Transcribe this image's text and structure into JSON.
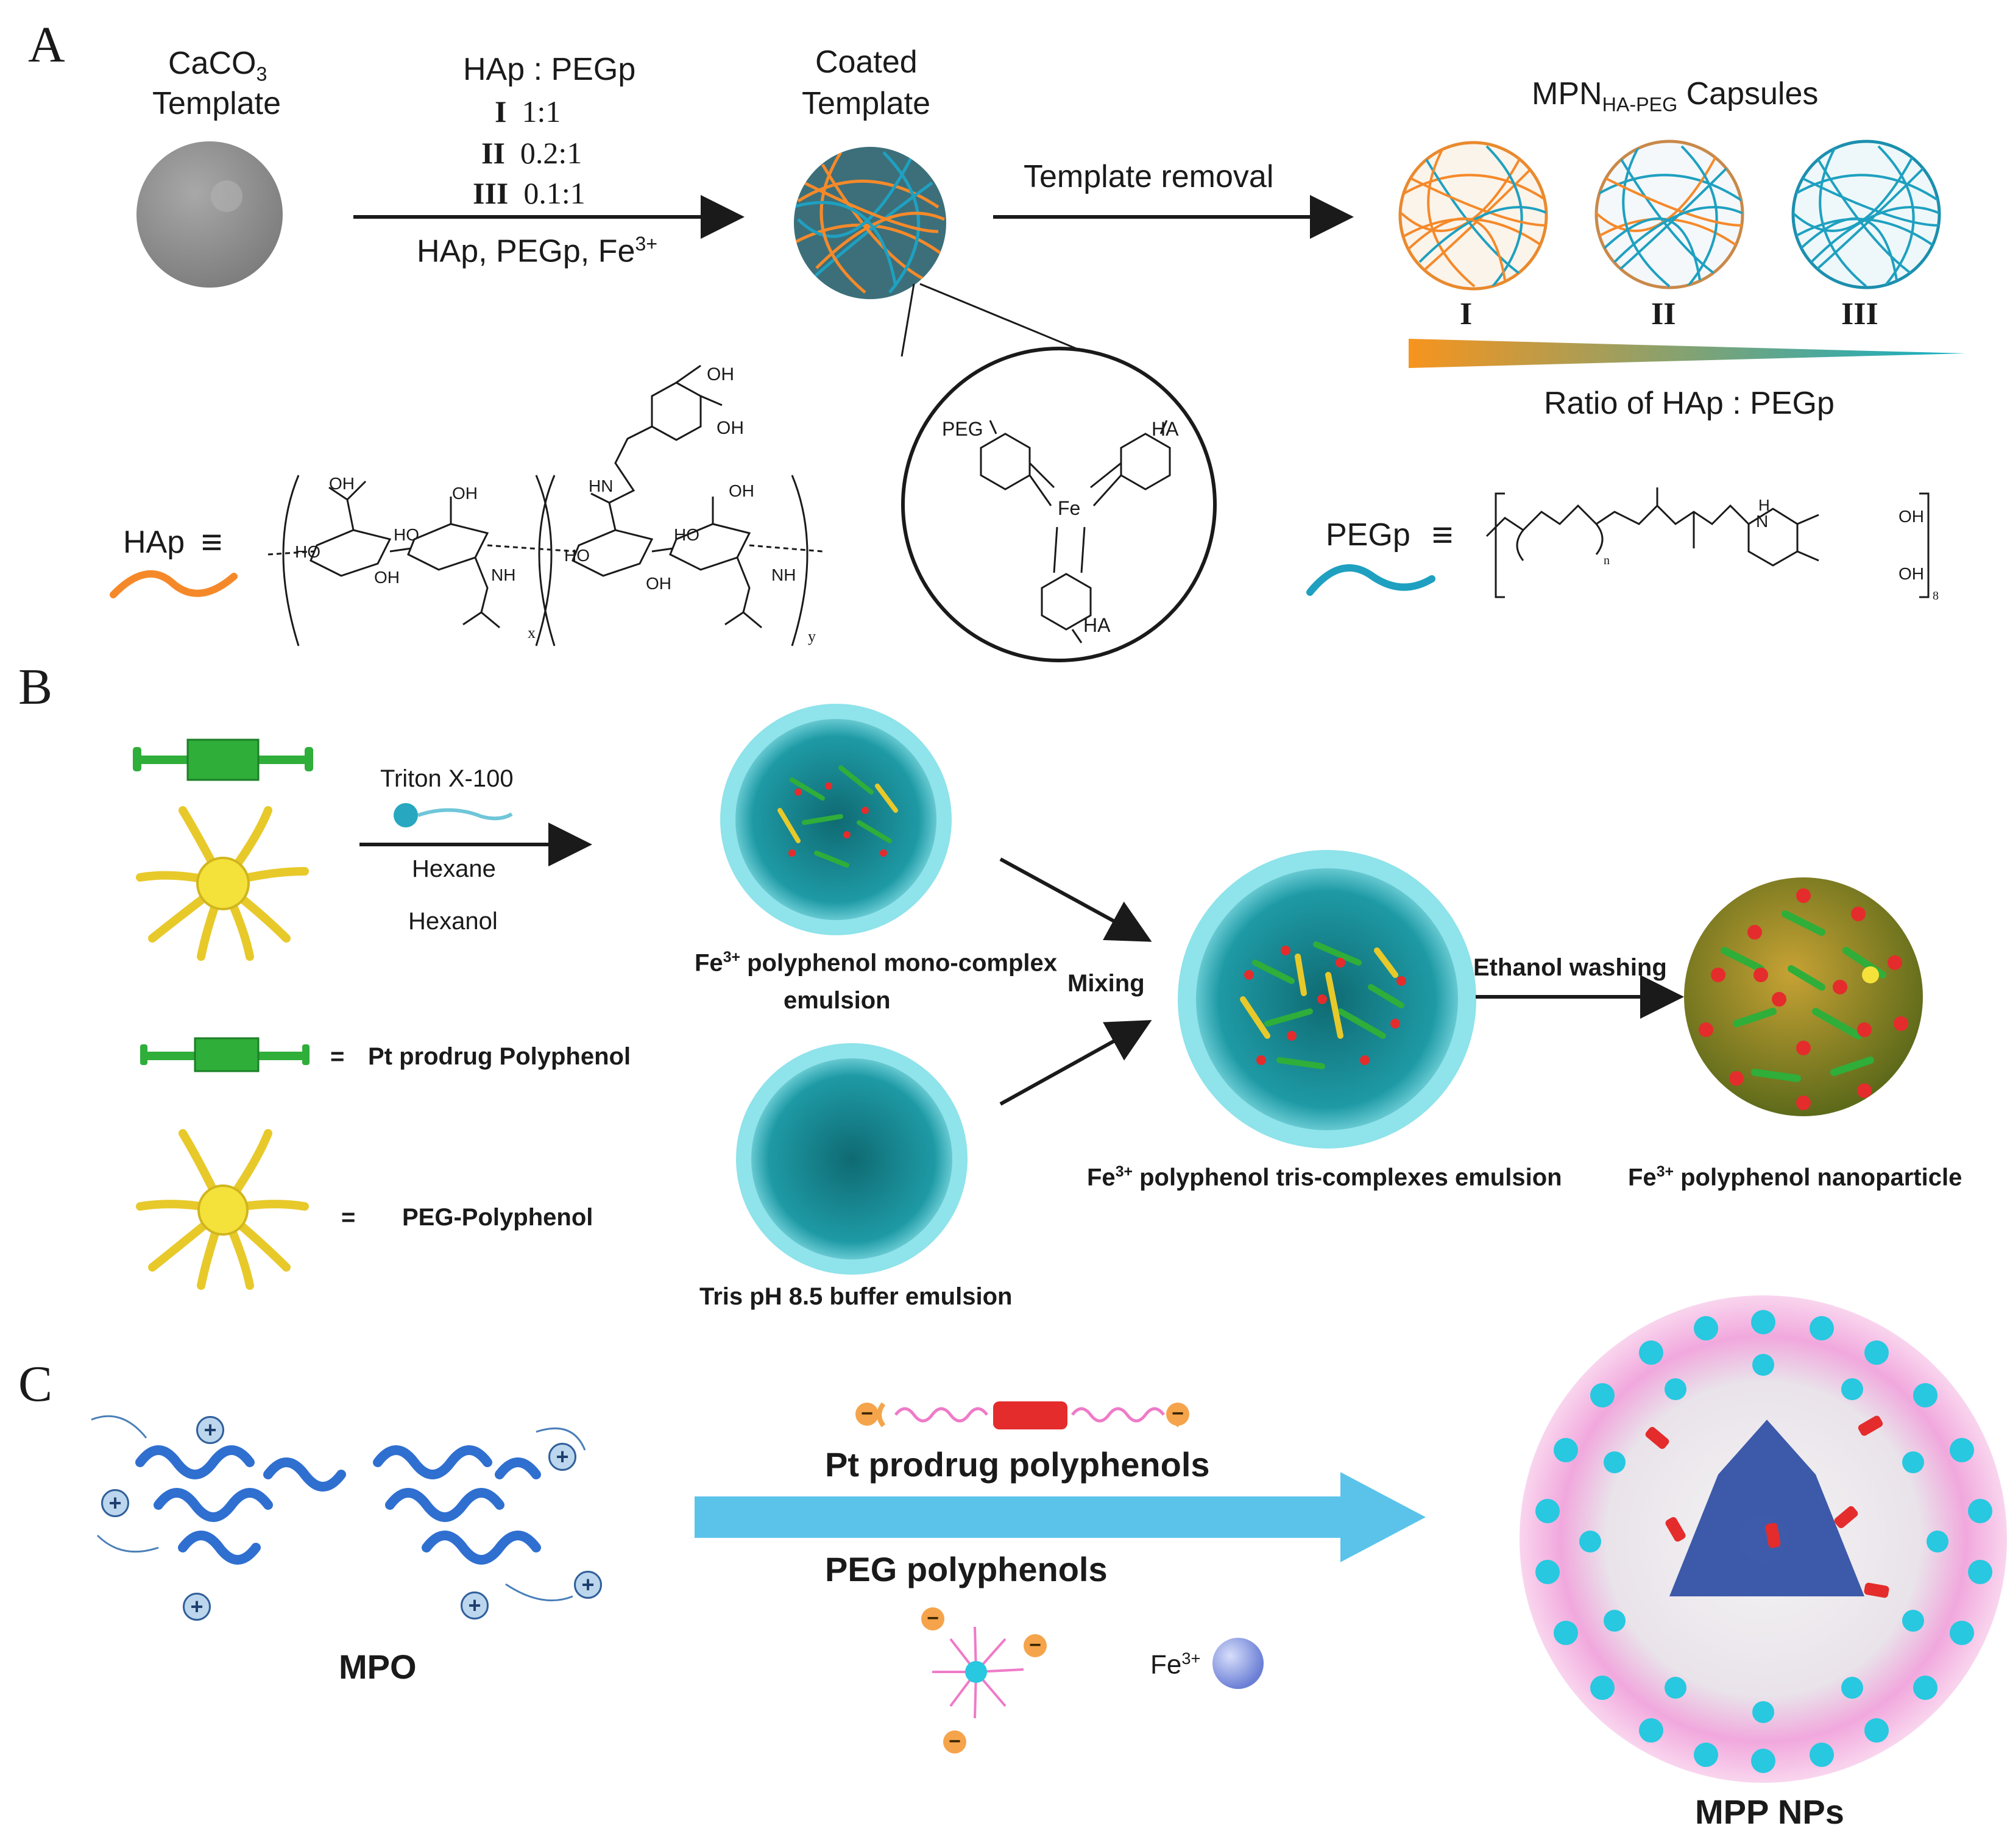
{
  "panels": {
    "a": "A",
    "b": "B",
    "c": "C"
  },
  "panel_a": {
    "template_line1": "CaCO",
    "template_sub": "3",
    "template_line2": "Template",
    "ratio_title": "HAp : PEGp",
    "ratios": [
      {
        "roman": "I",
        "value": "1:1"
      },
      {
        "roman": "II",
        "value": "0.2:1"
      },
      {
        "roman": "III",
        "value": "0.1:1"
      }
    ],
    "reagents": "HAp, PEGp, Fe",
    "reagents_sup": "3+",
    "coated_line1": "Coated",
    "coated_line2": "Template",
    "template_removal": "Template removal",
    "capsules_prefix": "MPN",
    "capsules_sub": "HA-PEG",
    "capsules_suffix": " Capsules",
    "capsule_labels": [
      "I",
      "II",
      "III"
    ],
    "gradient_label": "Ratio of HAp : PEGp",
    "hap_label": "HAp",
    "pegp_label": "PEGp",
    "equiv": "≡",
    "complex_labels": {
      "peg": "PEG",
      "ha_right": "HA",
      "ha_bottom": "HA",
      "fe": "Fe"
    },
    "chem_labels": {
      "oh_top1": "OH",
      "oh_top2": "OH",
      "hn": "HN",
      "oh_a": "OH",
      "oh_b": "OH",
      "oh_c": "OH",
      "ho_a": "HO",
      "ho_b": "HO",
      "ho_c": "HO",
      "ho_d": "HO",
      "oh_d": "OH",
      "oh_e": "OH",
      "nh_a": "NH",
      "nh_b": "NH",
      "x": "x",
      "y": "y",
      "peg_oh1": "OH",
      "peg_oh2": "OH",
      "peg_h": "H",
      "peg_n": "N",
      "peg_n_sub": "n",
      "peg_8": "8"
    },
    "colors": {
      "orange": "#f5892a",
      "blue": "#1fa0c0",
      "grey": "#8a8a8a"
    }
  },
  "panel_b": {
    "triton": "Triton X-100",
    "hexane": "Hexane",
    "hexanol": "Hexanol",
    "mono_line1_prefix": "Fe",
    "mono_sup": "3+",
    "mono_line1_suffix": " polyphenol mono-complex",
    "mono_line2": "emulsion",
    "tris": "Tris pH 8.5 buffer emulsion",
    "mixing": "Mixing",
    "ethanol": "Ethanol washing",
    "tris_complex_prefix": "Fe",
    "tris_complex_sup": "3+",
    "tris_complex_suffix": " polyphenol tris-complexes emulsion",
    "nano_prefix": "Fe",
    "nano_sup": "3+",
    "nano_suffix": " polyphenol nanoparticle",
    "legend_eq1": "= ",
    "legend_pt": "Pt prodrug Polyphenol",
    "legend_eq2": "=",
    "legend_peg": "PEG-Polyphenol",
    "colors": {
      "green": "#2fae3a",
      "yellow": "#f2df3a",
      "teal": "#1a8c95"
    }
  },
  "panel_c": {
    "mpo": "MPO",
    "pt": "Pt prodrug polyphenols",
    "peg": "PEG polyphenols",
    "fe_prefix": "Fe",
    "fe_sup": "3+",
    "mpp": "MPP NPs",
    "plus": "+",
    "minus": "−",
    "colors": {
      "arrow": "#5bc3ea",
      "protein": "#2f6fd0",
      "red": "#e42c2c",
      "cyan": "#27c8e0",
      "pink": "#ef7ac8"
    }
  }
}
